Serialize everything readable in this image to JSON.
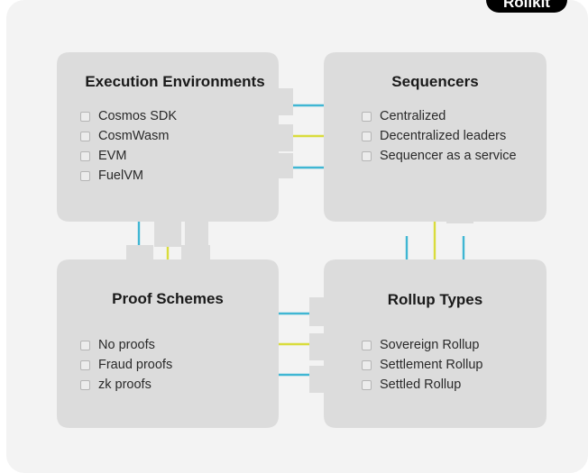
{
  "brand": {
    "name": "Rollkit"
  },
  "colors": {
    "canvas": "#f3f3f3",
    "card": "#dcdcdc",
    "wire_blue": "#3fb6d3",
    "wire_yellow": "#d9dc3c"
  },
  "cards": {
    "execution": {
      "title": "Execution Environments",
      "options": [
        "Cosmos SDK",
        "CosmWasm",
        "EVM",
        "FuelVM"
      ]
    },
    "sequencers": {
      "title": "Sequencers",
      "options": [
        "Centralized",
        "Decentralized leaders",
        "Sequencer as a service"
      ]
    },
    "proof": {
      "title": "Proof Schemes",
      "options": [
        "No proofs",
        "Fraud proofs",
        "zk proofs"
      ]
    },
    "rollup": {
      "title": "Rollup Types",
      "options": [
        "Sovereign Rollup",
        "Settlement Rollup",
        "Settled Rollup"
      ]
    }
  }
}
